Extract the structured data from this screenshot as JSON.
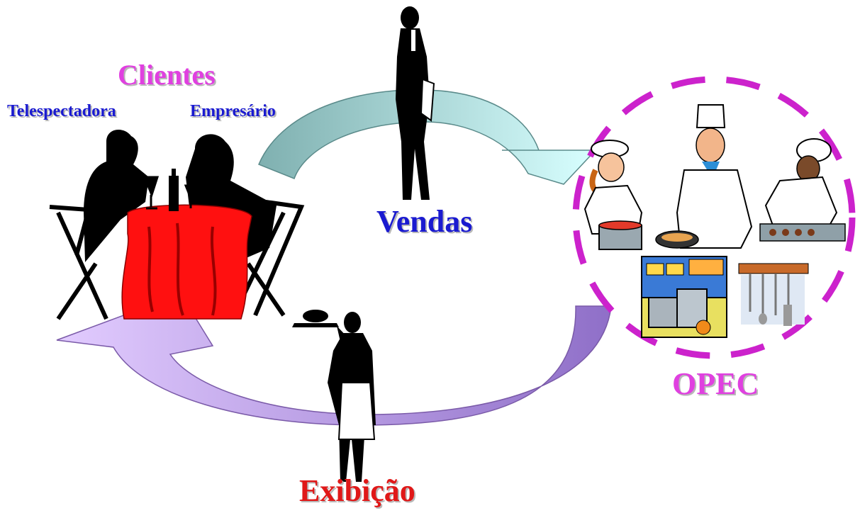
{
  "labels": {
    "clientes": "Clientes",
    "telespectadora": "Telespectadora",
    "empresario": "Empresário",
    "vendas": "Vendas",
    "opec": "OPEC",
    "exibicao": "Exibição"
  },
  "colors": {
    "magenta_label": "#e040e0",
    "blue_label": "#1a1ad0",
    "red_label": "#e01818",
    "dashed_circle": "#cc22cc",
    "top_arrow": "#a8d8d8",
    "bottom_arrow": "#b58ce0"
  }
}
